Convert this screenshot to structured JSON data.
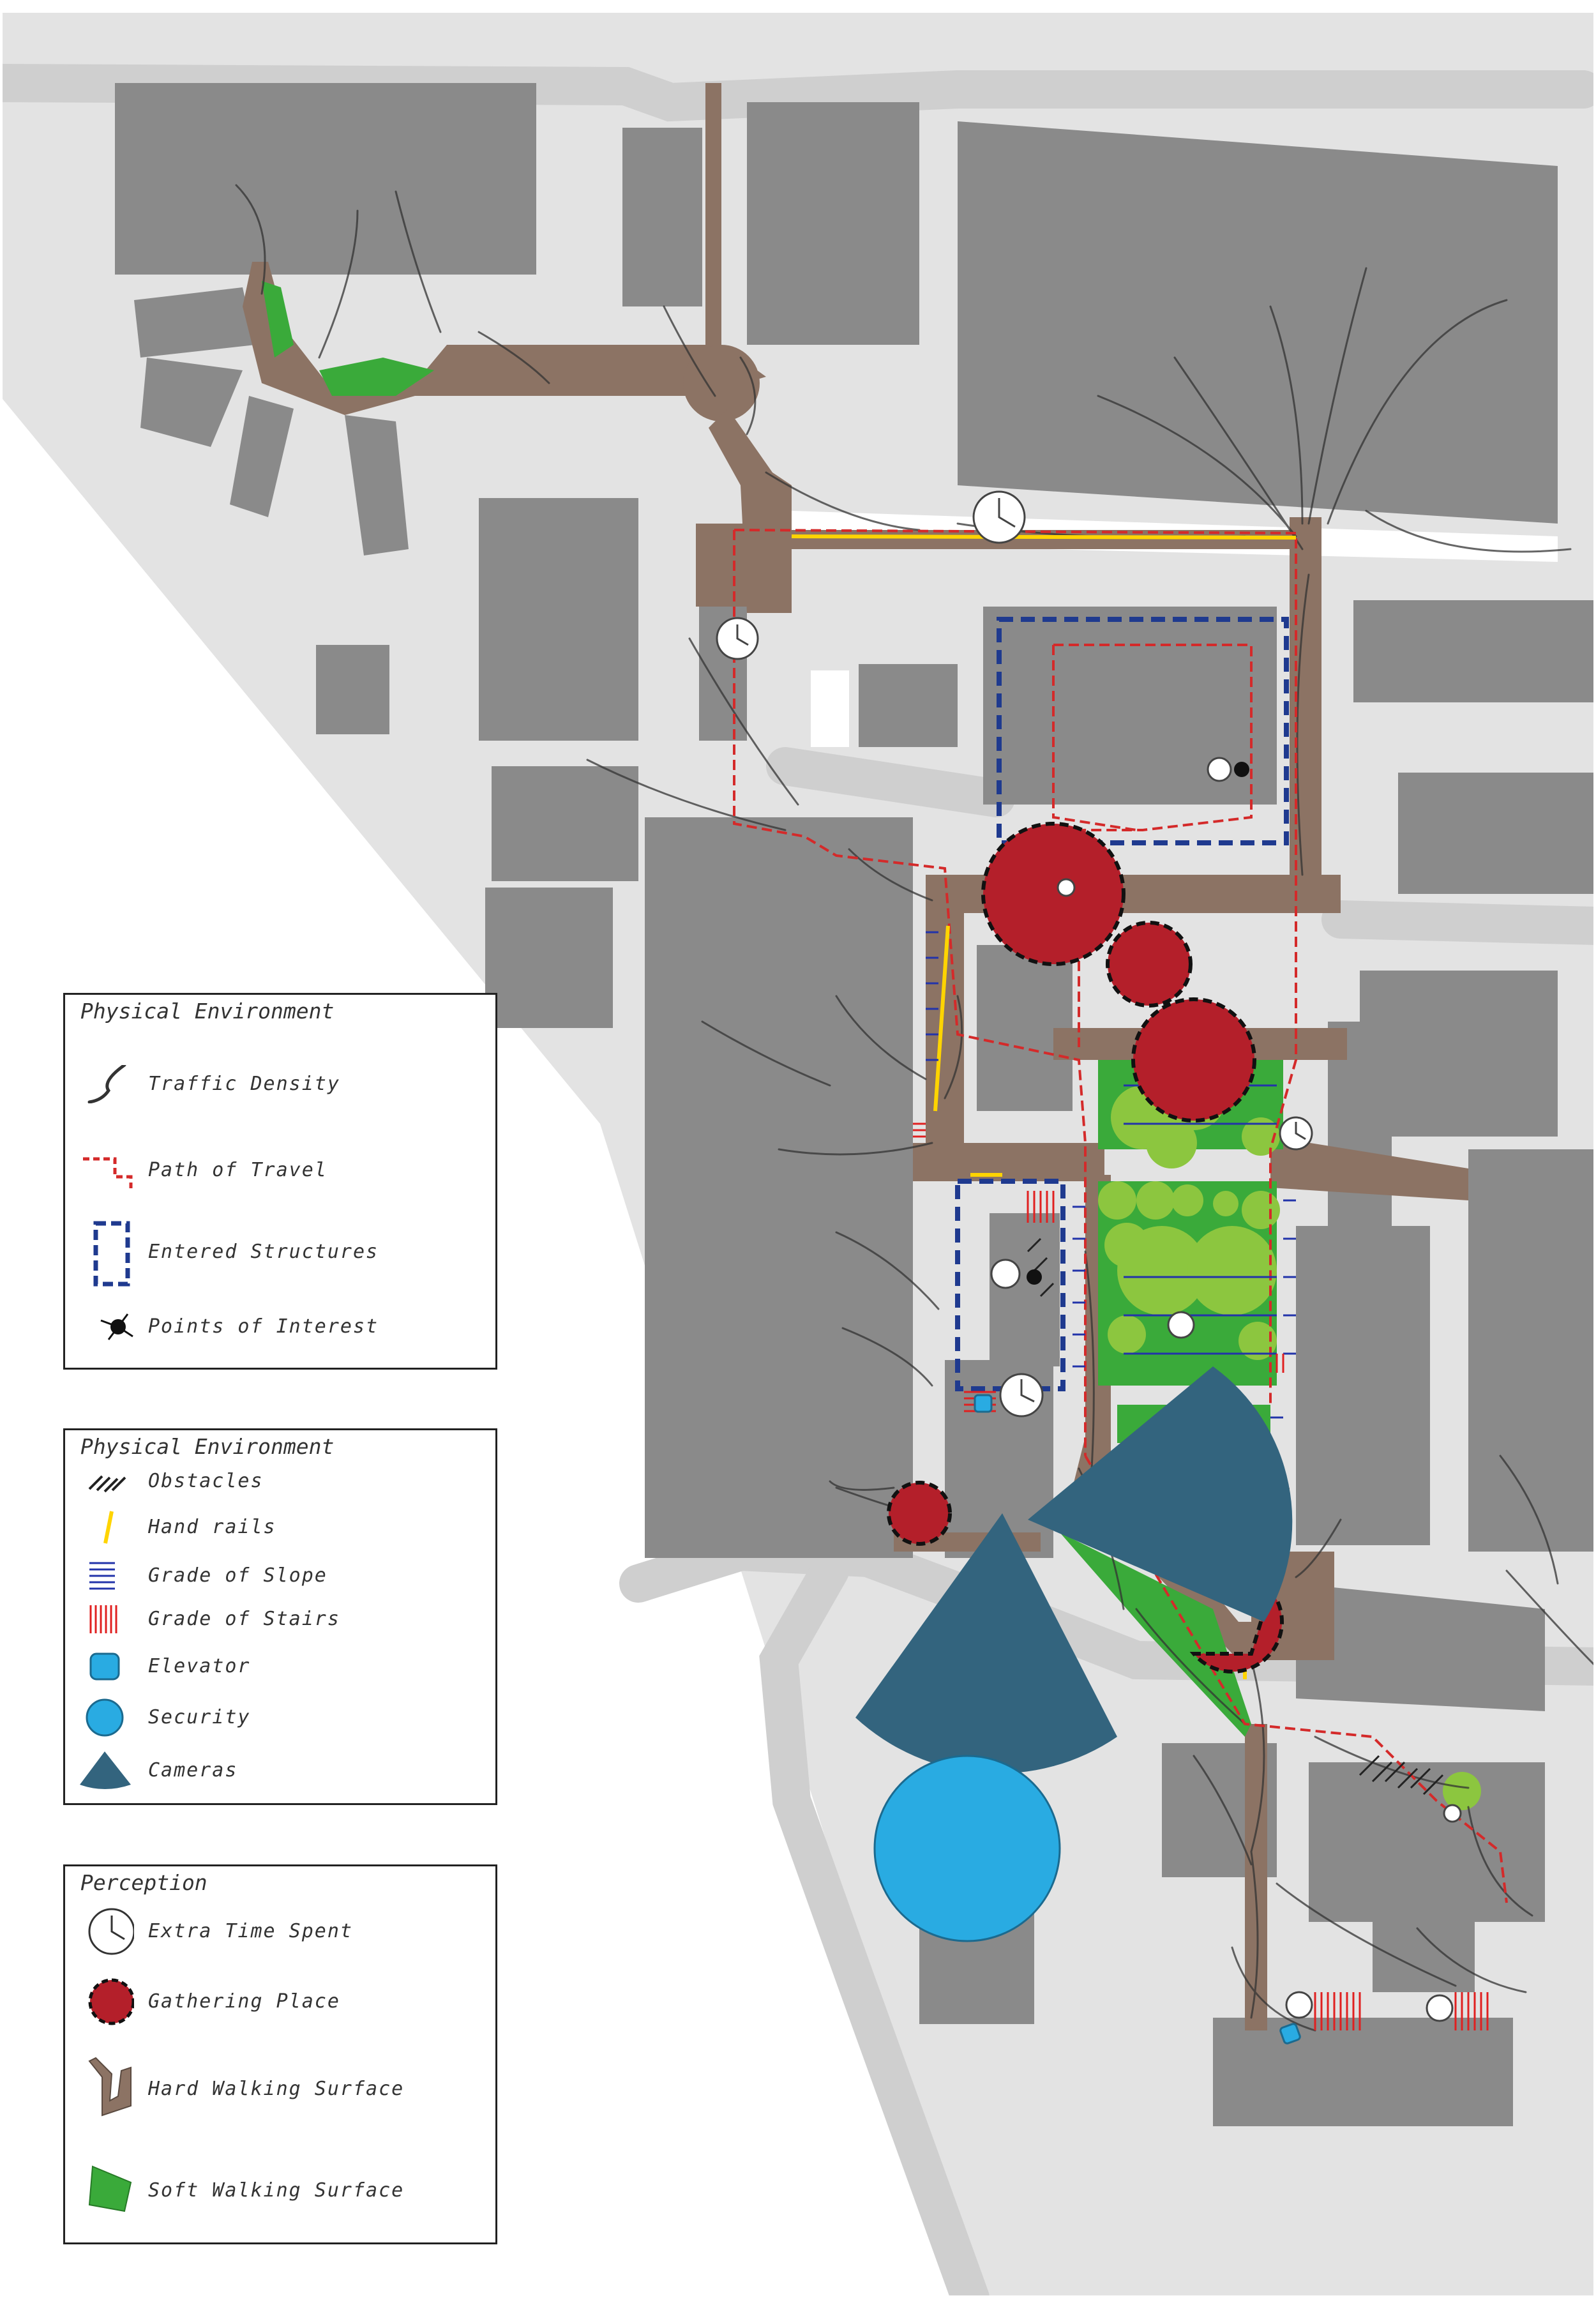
{
  "legend_environment": {
    "title": "Physical Environment",
    "items": [
      {
        "id": "traffic",
        "label": "Traffic Density",
        "icon": "traffic-stroke-icon"
      },
      {
        "id": "path",
        "label": "Path of Travel",
        "icon": "red-dashed-path-icon"
      },
      {
        "id": "entered",
        "label": "Entered Structures",
        "icon": "blue-dashed-rect-icon"
      },
      {
        "id": "poi",
        "label": "Points of Interest",
        "icon": "ink-splat-icon"
      }
    ]
  },
  "legend_physical": {
    "title": "Physical Environment",
    "items": [
      {
        "id": "obstacles",
        "label": "Obstacles",
        "icon": "hatch-icon"
      },
      {
        "id": "rails",
        "label": "Hand rails",
        "icon": "yellow-line-icon"
      },
      {
        "id": "slope",
        "label": "Grade of Slope",
        "icon": "blue-lines-icon"
      },
      {
        "id": "stairs",
        "label": "Grade of Stairs",
        "icon": "red-lines-icon"
      },
      {
        "id": "elevator",
        "label": "Elevator",
        "icon": "blue-rounded-square-icon"
      },
      {
        "id": "security",
        "label": "Security",
        "icon": "blue-circle-icon"
      },
      {
        "id": "cameras",
        "label": "Cameras",
        "icon": "camera-wedge-icon"
      }
    ]
  },
  "legend_perception": {
    "title": "Perception",
    "items": [
      {
        "id": "time",
        "label": "Extra Time Spent",
        "icon": "clock-icon"
      },
      {
        "id": "gathering",
        "label": "Gathering Place",
        "icon": "red-dashed-circle-icon"
      },
      {
        "id": "hard",
        "label": "Hard Walking Surface",
        "icon": "brown-shape-icon"
      },
      {
        "id": "soft",
        "label": "Soft Walking Surface",
        "icon": "green-shape-icon"
      }
    ]
  },
  "colors": {
    "background": "#e3e3e3",
    "street": "#cccccc",
    "building": "#888888",
    "walkway": "#8c7364",
    "path_of_travel": "#d42a2a",
    "entered_structure": "#1f3a8f",
    "gathering": "#b41f2a",
    "soft_surface": "#3aaa3a",
    "tree": "#8cc63f",
    "camera": "#33647e",
    "security": "#29abe2",
    "handrail": "#ffd400",
    "stairs": "#e02020",
    "slope": "#2233aa"
  }
}
